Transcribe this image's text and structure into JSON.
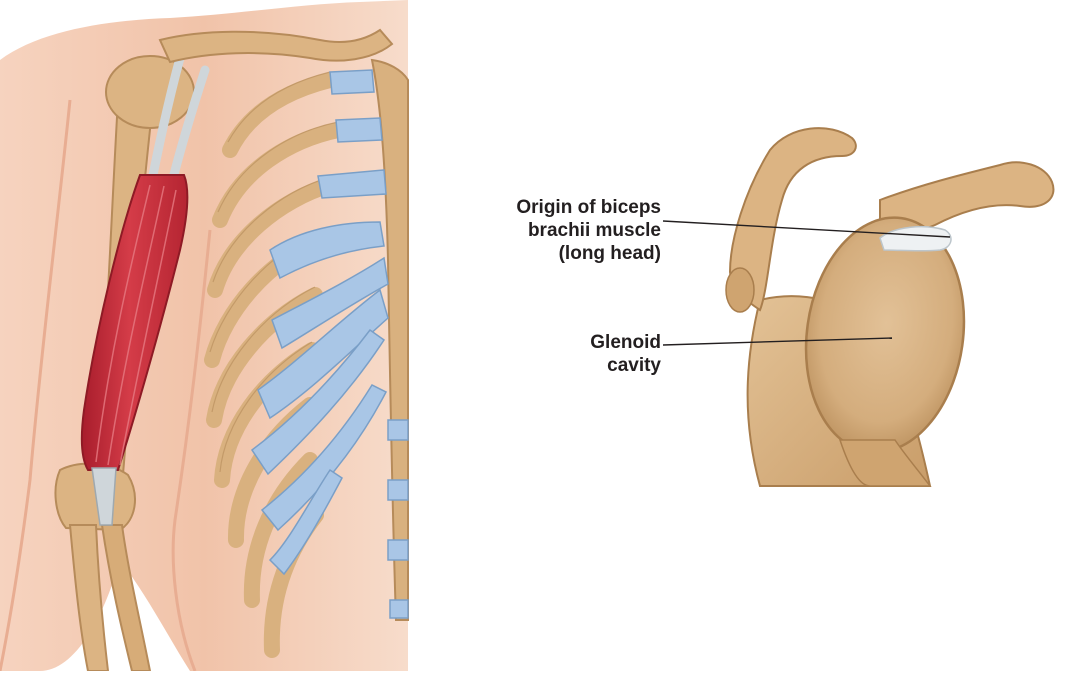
{
  "labels": {
    "biceps_origin": {
      "line1": "Origin of biceps",
      "line2": "brachii muscle",
      "line3": "(long head)"
    },
    "glenoid": {
      "line1": "Glenoid",
      "line2": "cavity"
    }
  },
  "colors": {
    "background": "#ffffff",
    "skin": "#f1c3a9",
    "bone": "#dcb483",
    "bone_shadow": "#c19563",
    "cartilage": "#a9c6e6",
    "muscle": "#c8323d",
    "tendon": "#cfd6da",
    "text": "#231f20"
  }
}
